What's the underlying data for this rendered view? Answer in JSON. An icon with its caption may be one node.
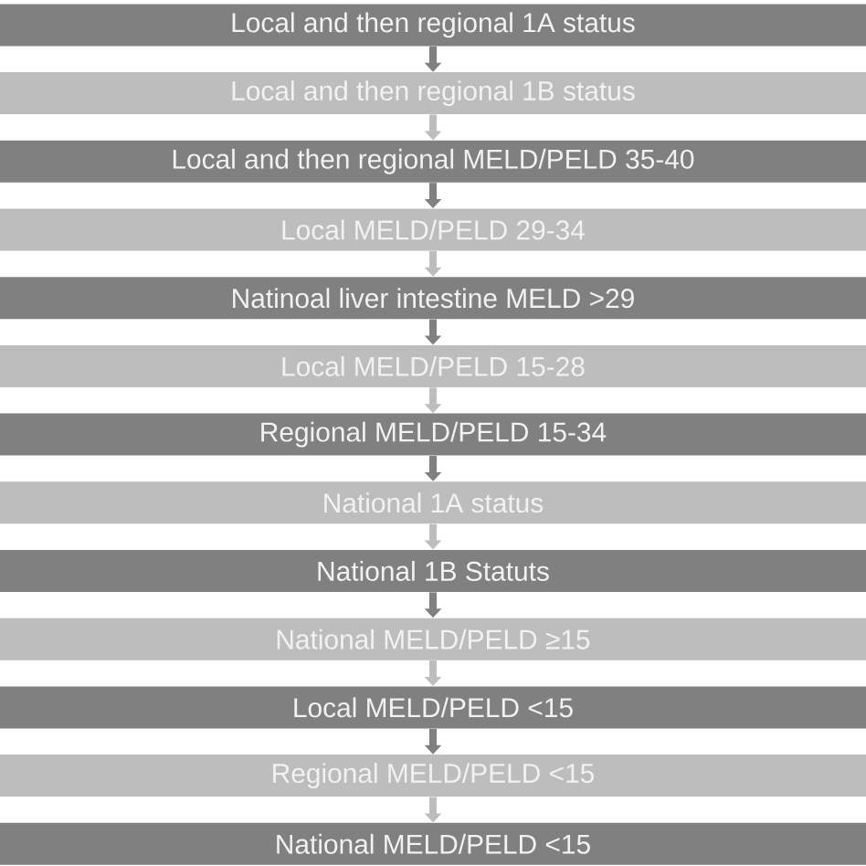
{
  "diagram": {
    "nodes": [
      {
        "text": [
          "Local and then regional 1A status"
        ]
      },
      {
        "text": [
          "Local and then regional 1B status"
        ]
      },
      {
        "text": [
          "Local and then regional MELD/PELD 35-40"
        ]
      },
      {
        "text": [
          "Local MELD/PELD 29-34"
        ]
      },
      {
        "text": [
          "Natinoal liver intestine MELD >29"
        ]
      },
      {
        "text": [
          "Local MELD/PELD 15-28"
        ]
      },
      {
        "text": [
          "Regional MELD/PELD 15-34"
        ]
      },
      {
        "text": [
          "National 1A status"
        ]
      },
      {
        "text": [
          "National 1B Statuts"
        ]
      },
      {
        "text": [
          "National MELD/PELD ≥15"
        ]
      },
      {
        "text": [
          "Local MELD/PELD <15"
        ]
      },
      {
        "text": [
          "Regional MELD/PELD <15"
        ]
      },
      {
        "text": [
          "National MELD/PELD <15"
        ]
      }
    ],
    "edges": [
      {
        "from": 0,
        "to": 1,
        "arrow": "to"
      },
      {
        "from": 1,
        "to": 2,
        "arrow": "to",
        "color": "#bdbdbd"
      },
      {
        "from": 2,
        "to": 3,
        "arrow": "to"
      },
      {
        "from": 3,
        "to": 4,
        "arrow": "to",
        "color": "#bdbdbd"
      },
      {
        "from": 4,
        "to": 5,
        "arrow": "to"
      },
      {
        "from": 5,
        "to": 6,
        "arrow": "to",
        "color": "#bdbdbd"
      },
      {
        "from": 6,
        "to": 7,
        "arrow": "to"
      },
      {
        "from": 7,
        "to": 8,
        "arrow": "to",
        "color": "#bdbdbd"
      },
      {
        "from": 8,
        "to": 9,
        "arrow": "to"
      },
      {
        "from": 9,
        "to": 10,
        "arrow": "to",
        "color": "#bdbdbd"
      },
      {
        "from": 10,
        "to": 11,
        "arrow": "to"
      },
      {
        "from": 11,
        "to": 12,
        "arrow": "to",
        "color": "#bdbdbd"
      }
    ]
  }
}
